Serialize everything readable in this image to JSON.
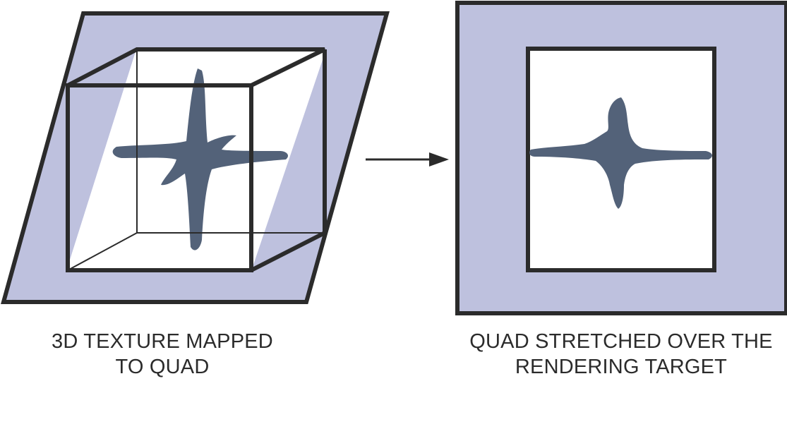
{
  "left_panel": {
    "caption_line1": "3D TEXTURE MAPPED",
    "caption_line2": "TO QUAD"
  },
  "right_panel": {
    "caption_line1": "QUAD STRETCHED OVER THE",
    "caption_line2": "RENDERING TARGET"
  },
  "colors": {
    "quad_fill": "#bec1de",
    "outline": "#2b2b2b",
    "shape_fill": "#536279",
    "background": "#ffffff"
  }
}
